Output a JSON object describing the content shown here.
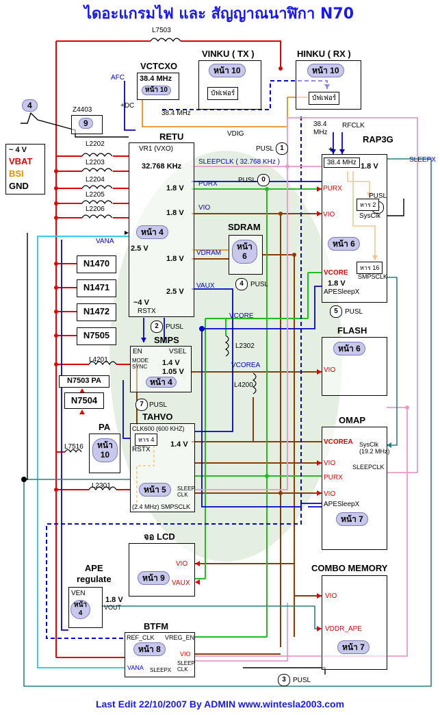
{
  "title": "ไดอะแกรมไฟ และ สัญญาณนาฬิกา N70",
  "footer": "Last Edit 22/10/2007  By ADMIN www.wintesla2003.com",
  "power_legend": {
    "v": "~ 4 V",
    "vbat": "VBAT",
    "bsi": "BSI",
    "gnd": "GND"
  },
  "coils": {
    "l7503": "L7503",
    "l2202": "L2202",
    "l2203": "L2203",
    "l2204": "L2204",
    "l2205": "L2205",
    "l2206": "L2206",
    "l4201": "L4201",
    "l7516": "L7516",
    "l2301": "L2301",
    "l2302": "L2302",
    "l4200": "L4200"
  },
  "vctcxo": {
    "name": "VCTCXO",
    "freq": "38.4 MHz",
    "page": "หน้า 10",
    "afc": "AFC",
    "dc": "+DC",
    "out": "38.4 MHz"
  },
  "vinku": {
    "name": "VINKU ( TX )",
    "page": "หน้า 10",
    "buf": "บัฟเฟอร์",
    "vdig": "VDIG"
  },
  "hinku": {
    "name": "HINKU ( RX )",
    "page": "หน้า 10",
    "buf": "บัฟเฟอร์",
    "f": "38.4\nMHz",
    "rfclk": "RFCLK"
  },
  "z4403": {
    "name": "Z4403",
    "num": "9"
  },
  "sw4": "4",
  "retu": {
    "name": "RETU",
    "vr1": "VR1 (VXO)",
    "khz": "32.768 KHz",
    "v18a": "1.8 V",
    "v18b": "1.8 V",
    "v18c": "1.8 V",
    "v25a": "2.5 V",
    "v25b": "2.5 V",
    "v4": "~4 V",
    "rstx": "RSTX",
    "page": "หน้า 4",
    "vana": "VANA"
  },
  "signals": {
    "sleepclk": "SLEEPCLK ( 32.768 KHz )",
    "purx": "PURX",
    "vio": "VIO",
    "vdram": "VDRAM",
    "vaux": "VAUX",
    "vcore": "VCORE",
    "vcorea": "VCOREA",
    "sleepx": "SLEEPX"
  },
  "pusl": {
    "p1": "1",
    "p0": "0",
    "p2": "2",
    "p3": "3",
    "p4": "4",
    "p5": "5",
    "p6": "6",
    "p7": "7",
    "label": "PUSL"
  },
  "rap3g": {
    "name": "RAP3G",
    "plus": "+",
    "minus": "-",
    "freq": "38.4 MHz",
    "v18": "1.8 V",
    "pusl": "PUSL",
    "div2": "หาร 2",
    "sysclk": "SysClk",
    "page": "หน้า 6",
    "div16": "หาร 16",
    "smpsclk": "SMPSCLK",
    "vcore": "VCORE",
    "v18b": "1.8 V",
    "apesleepx": "APESleepX",
    "purx": "PURX",
    "vio": "VIO"
  },
  "sdram": {
    "name": "SDRAM",
    "page": "หน้า\n6"
  },
  "n_blocks": [
    "N1470",
    "N1471",
    "N1472",
    "N7505"
  ],
  "smps": {
    "name": "SMPS",
    "en": "EN",
    "vsel": "VSEL",
    "mode": "MODE\nSYNC",
    "v14": "1.4 V",
    "v105": "1.05 V",
    "page": "หน้า 4"
  },
  "n7503": "N7503 PA",
  "n7504": "N7504",
  "pa": {
    "name": "PA",
    "page": "หน้า\n10"
  },
  "tahvo": {
    "name": "TAHVO",
    "clk": "CLK600 (600 KHZ)",
    "div4": "หาร 4",
    "rstx": "RSTX",
    "v14": "1.4 V",
    "sleepclk": "SLEEP\nCLK",
    "page": "หน้า 5",
    "smps": "(2.4 MHz) SMPSCLK"
  },
  "flash": {
    "name": "FLASH",
    "page": "หน้า 6",
    "vio": "VIO"
  },
  "omap": {
    "name": "OMAP",
    "vcorea": "VCOREA",
    "sysclk": "SysClk\n(19.2 MHz)",
    "sleepclk": "SLEEPCLK",
    "vio": "VIO",
    "purx": "PURX",
    "vio2": "VIO",
    "apesleepx": "APESleepX",
    "page": "หน้า 7"
  },
  "lcd": {
    "name": "จอ LCD",
    "vio": "VIO",
    "vaux": "VAUX",
    "page": "หน้า 9"
  },
  "combo": {
    "name": "COMBO MEMORY",
    "vio": "VIO",
    "vddr": "VDDR_APE",
    "page": "หน้า 7"
  },
  "ape": {
    "name": "APE\nregulate",
    "ven": "VEN",
    "v18": "1.8 V",
    "vout": "VOUT",
    "page": "หน้า\n4"
  },
  "btfm": {
    "name": "BTFM",
    "ref": "REF_CLK",
    "vreg": "VREG_EN",
    "vio": "VIO",
    "vana": "VANA",
    "sleepx": "SLEEPX",
    "sleepclk": "SLEEP\nCLK",
    "page": "หน้า 8"
  },
  "colors": {
    "vbat": "#e00000",
    "bsi": "#e09000",
    "power": "#a02000",
    "blue": "#0000cc",
    "green": "#22bb22",
    "cyan": "#33ccee",
    "pink": "#e89ac8",
    "orange": "#e08000",
    "teal": "#2a7f7f",
    "black": "#000000",
    "brown": "#8b3a00"
  }
}
